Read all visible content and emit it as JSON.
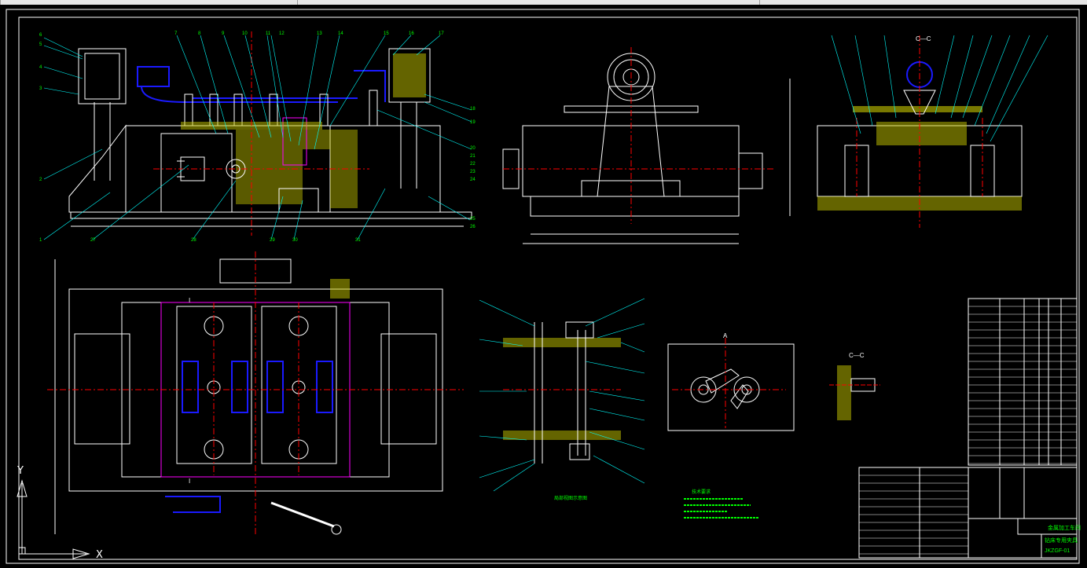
{
  "window": {
    "title": ""
  },
  "drawing": {
    "section_labels": [
      "C—C",
      "C—C",
      "A"
    ],
    "view_labels": [
      "I",
      "I"
    ],
    "ucs": {
      "x_label": "X",
      "y_label": "Y"
    },
    "technical_requirements_title": "技术要求",
    "view_caption": "局部视图示意图",
    "title_block": {
      "drawing_name": "钻床专用夹具",
      "drawing_number": "JKZGF-01"
    }
  },
  "colors": {
    "background": "#000000",
    "lines": "#ffffff",
    "leaders": "#00ffff",
    "text": "#00ff00",
    "center_lines": "#ff0000",
    "hatch": "#c8c800",
    "parts_blue": "#1a1aff",
    "parts_magenta": "#ff00ff",
    "dim_lines": "#ffffff"
  }
}
